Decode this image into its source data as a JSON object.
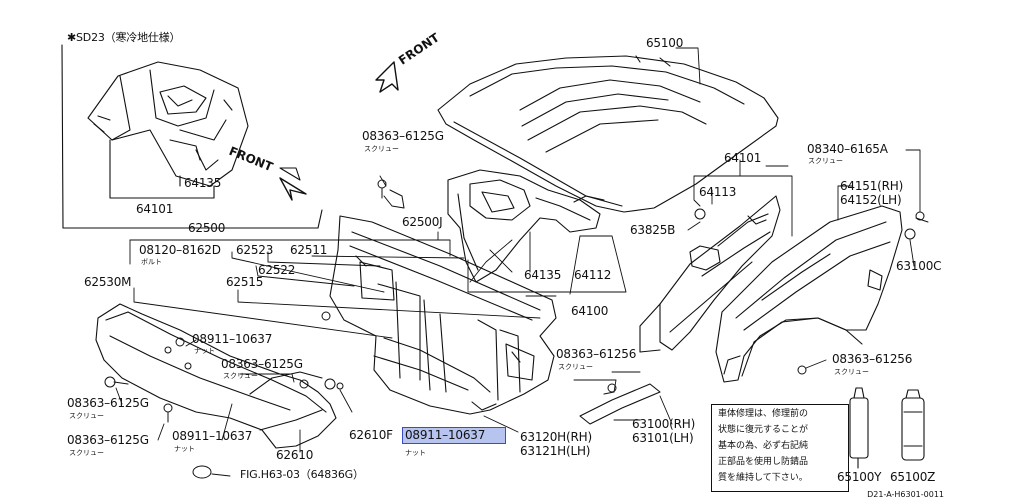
{
  "inset": {
    "title": "✱SD23（寒冷地仕様）",
    "front": "FRONT",
    "labels": {
      "p64135": "64135",
      "p64101": "64101"
    }
  },
  "main_front": "FRONT",
  "labels": {
    "p65100": "65100",
    "p08363_6125g_top": "08363–6125G",
    "screw_a": "スクリュー",
    "p62500j": "62500J",
    "p62500": "62500",
    "p08120": "08120–8162D",
    "bolt": "ボルト",
    "p62523": "62523",
    "p62511": "62511",
    "p62522": "62522",
    "p62515": "62515",
    "p62530m": "62530M",
    "p64135": "64135",
    "p64112": "64112",
    "p64100": "64100",
    "p64101": "64101",
    "p64113": "64113",
    "p63825b": "63825B",
    "p08340": "08340–6165A",
    "screw_b": "スクリュー",
    "p64151": "64151(RH)",
    "p64152": "64152(LH)",
    "p63100c": "63100C",
    "p08911_a": "08911–10637",
    "nut_a": "ナット",
    "p08363_6125g_mid": "08363–6125G",
    "screw_c": "スクリュー",
    "p08363_6125g_l1": "08363–6125G",
    "screw_d": "スクリュー",
    "p08363_6125g_l2": "08363–6125G",
    "screw_e": "スクリュー",
    "p08911_b": "08911–10637",
    "nut_b": "ナット",
    "p62610f": "62610F",
    "p62610": "62610",
    "p08911_hl": "08911–10637",
    "nut_c": "ナット",
    "p08363_61256_mid": "08363–61256",
    "screw_f": "スクリュー",
    "p63120h": "63120H(RH)",
    "p63121h": "63121H(LH)",
    "p63100h": "63100(RH)",
    "p63101h": "63101(LH)",
    "p08363_61256_r": "08363–61256",
    "screw_g": "スクリュー",
    "fig": "FIG.H63-03（64836G）",
    "p65100y": "65100Y",
    "p65100z": "65100Z"
  },
  "note": {
    "lines": [
      "車体修理は、修理前の",
      "状態に復元することが",
      "基本の為、必ず右記純",
      "正部品を使用し防錆品",
      "質を維持して下さい。"
    ]
  },
  "diagram_code": "D21-A-H6301-0011",
  "colors": {
    "highlight": "#b8c4f0",
    "highlight_border": "#3a4ec0",
    "ink": "#111111"
  }
}
